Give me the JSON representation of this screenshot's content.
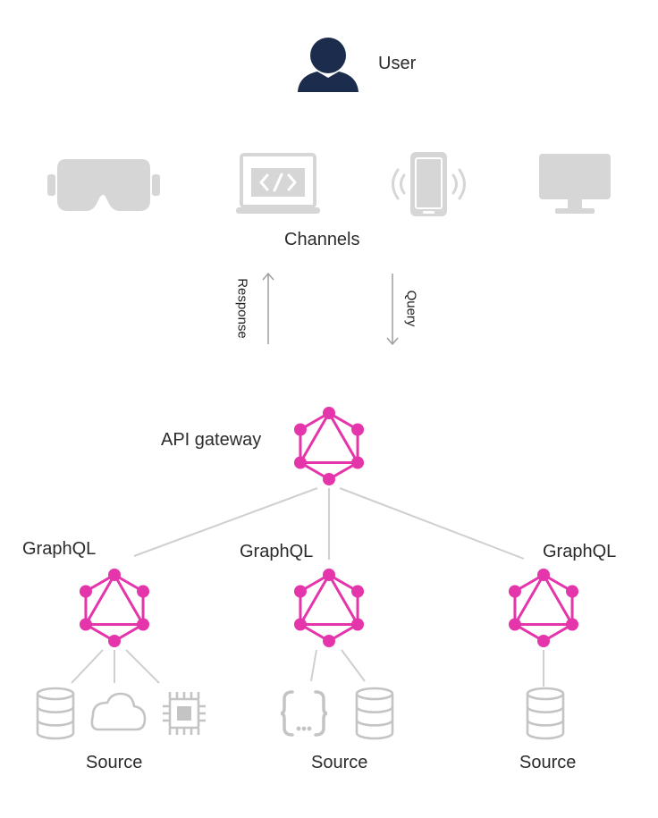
{
  "user": {
    "label": "User",
    "icon": "user-icon"
  },
  "channels": {
    "label": "Channels",
    "devices": [
      {
        "name": "vr-headset-icon"
      },
      {
        "name": "laptop-code-icon"
      },
      {
        "name": "smartphone-icon"
      },
      {
        "name": "monitor-icon"
      }
    ]
  },
  "flow": {
    "response_label": "Response",
    "query_label": "Query"
  },
  "gateway": {
    "label": "API gateway",
    "icon": "graphql-icon"
  },
  "services": [
    {
      "label": "GraphQL",
      "source_label": "Source",
      "sources": [
        "database-icon",
        "cloud-icon",
        "chip-icon"
      ]
    },
    {
      "label": "GraphQL",
      "source_label": "Source",
      "sources": [
        "json-braces-icon",
        "database-icon"
      ]
    },
    {
      "label": "GraphQL",
      "source_label": "Source",
      "sources": [
        "database-icon"
      ]
    }
  ],
  "colors": {
    "graphql": "#e535ab",
    "user": "#1c2c4c",
    "device_gray": "#d6d6d6",
    "source_gray": "#c4c4c4",
    "line_gray": "#cfcfcf",
    "arrow_gray": "#9e9e9e"
  }
}
